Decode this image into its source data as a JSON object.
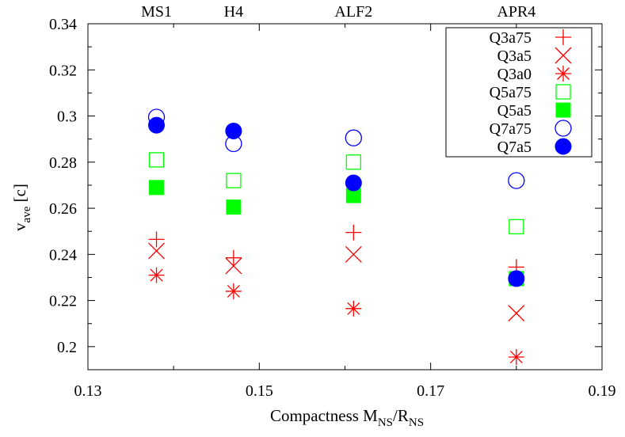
{
  "chart_data": {
    "type": "scatter",
    "title": "",
    "xlabel": "Compactness M",
    "xlabel_sub1": "NS",
    "xlabel_mid": "/R",
    "xlabel_sub2": "NS",
    "ylabel": "v",
    "ylabel_sub": "ave",
    "ylabel_unit": " [c]",
    "xlim": [
      0.13,
      0.19
    ],
    "ylim": [
      0.19,
      0.34
    ],
    "x_ticks": [
      0.13,
      0.15,
      0.17,
      0.19
    ],
    "x_tick_labels": [
      "0.13",
      "0.15",
      "0.17",
      "0.19"
    ],
    "y_ticks": [
      0.2,
      0.22,
      0.24,
      0.26,
      0.28,
      0.3,
      0.32,
      0.34
    ],
    "y_tick_labels": [
      "0.2",
      "0.22",
      "0.24",
      "0.26",
      "0.28",
      "0.3",
      "0.32",
      "0.34"
    ],
    "minor_ticks": true,
    "grid": false,
    "legend_position": "top-right",
    "eos_labels": [
      {
        "label": "MS1",
        "x": 0.138
      },
      {
        "label": "H4",
        "x": 0.147
      },
      {
        "label": "ALF2",
        "x": 0.161
      },
      {
        "label": "APR4",
        "x": 0.18
      }
    ],
    "x": [
      0.138,
      0.147,
      0.161,
      0.18
    ],
    "series": [
      {
        "name": "Q3a75",
        "marker": "plus",
        "color": "#ff0000",
        "values": [
          0.2465,
          0.2385,
          0.2495,
          0.2345
        ]
      },
      {
        "name": "Q3a5",
        "marker": "cross",
        "color": "#ff0000",
        "values": [
          0.2415,
          0.235,
          0.24,
          0.2145
        ]
      },
      {
        "name": "Q3a0",
        "marker": "star",
        "color": "#ff0000",
        "values": [
          0.231,
          0.224,
          0.2165,
          0.1955
        ]
      },
      {
        "name": "Q5a75",
        "marker": "open-square",
        "color": "#00ff00",
        "values": [
          0.281,
          0.272,
          0.28,
          0.252
        ]
      },
      {
        "name": "Q5a5",
        "marker": "filled-square",
        "color": "#00ff00",
        "values": [
          0.269,
          0.2605,
          0.2655,
          0.2295
        ]
      },
      {
        "name": "Q7a75",
        "marker": "open-circle",
        "color": "#0000ff",
        "values": [
          0.2995,
          0.288,
          0.2905,
          0.272
        ]
      },
      {
        "name": "Q7a5",
        "marker": "filled-circle",
        "color": "#0000ff",
        "values": [
          0.296,
          0.2935,
          0.271,
          0.2295
        ]
      }
    ]
  }
}
